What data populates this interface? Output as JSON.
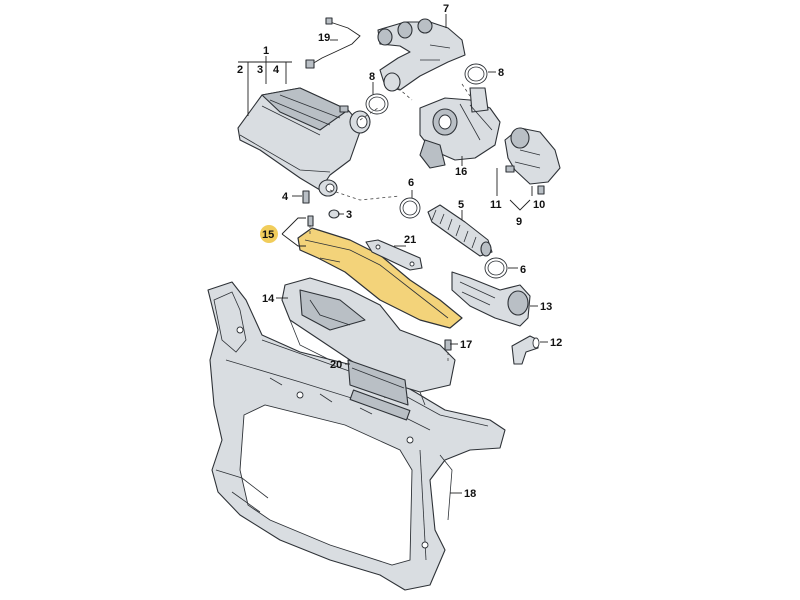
{
  "callouts": {
    "c1": "1",
    "c2": "2",
    "c3a": "3",
    "c4a": "4",
    "c3b": "3",
    "c4b": "4",
    "c5": "5",
    "c6a": "6",
    "c6b": "6",
    "c7": "7",
    "c8a": "8",
    "c8b": "8",
    "c9": "9",
    "c10": "10",
    "c11": "11",
    "c12": "12",
    "c13": "13",
    "c14": "14",
    "c15": "15",
    "c16": "16",
    "c17": "17",
    "c18": "18",
    "c19": "19",
    "c20": "20",
    "c21": "21"
  },
  "highlight": {
    "part": "15",
    "color": "#f1cd5b"
  }
}
